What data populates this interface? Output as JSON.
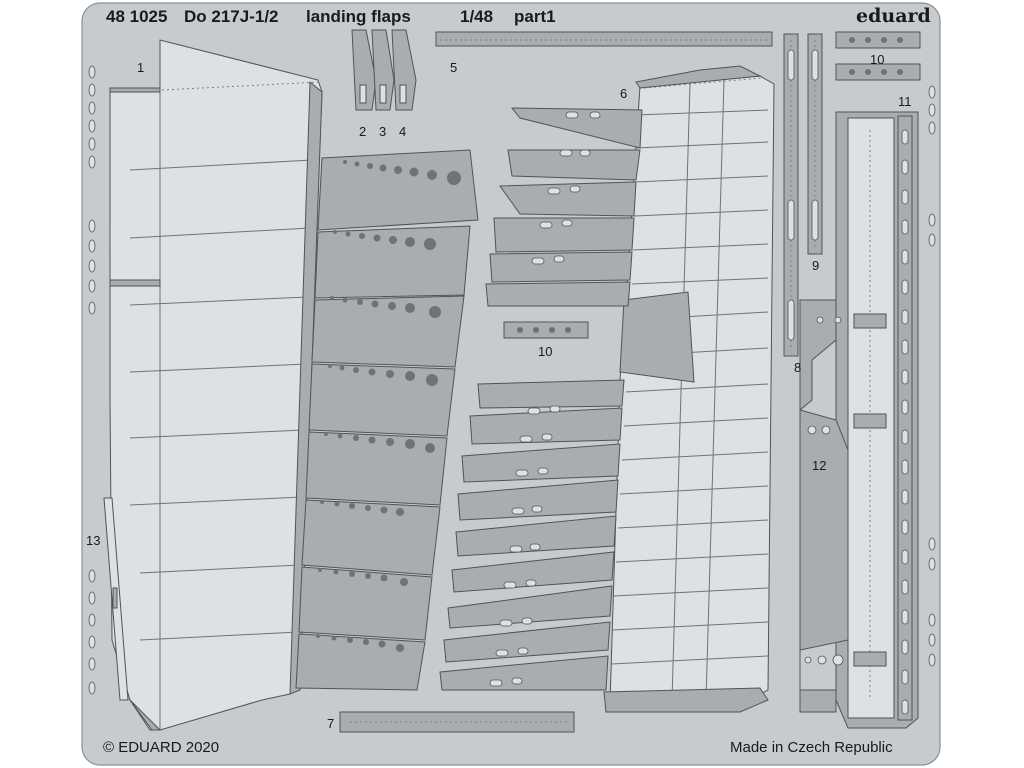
{
  "header": {
    "catalog": "48 1025",
    "model": "Do 217J-1/2",
    "subject": "landing flaps",
    "scale": "1/48",
    "part": "part1",
    "brand": "eduard"
  },
  "parts": {
    "p1": "1",
    "p2": "2",
    "p3": "3",
    "p4": "4",
    "p5": "5",
    "p6": "6",
    "p7": "7",
    "p8": "8",
    "p9": "9",
    "p10a": "10",
    "p10b": "10",
    "p11": "11",
    "p12": "12",
    "p13": "13"
  },
  "footer": {
    "copyright": "© EDUARD 2020",
    "origin": "Made in Czech Republic"
  },
  "colors": {
    "fret": "#c6cbd0",
    "fret_stroke": "#8a8f94",
    "part": "#a9adb1",
    "part_light": "#dde1e4",
    "hole": "#6e7378"
  }
}
